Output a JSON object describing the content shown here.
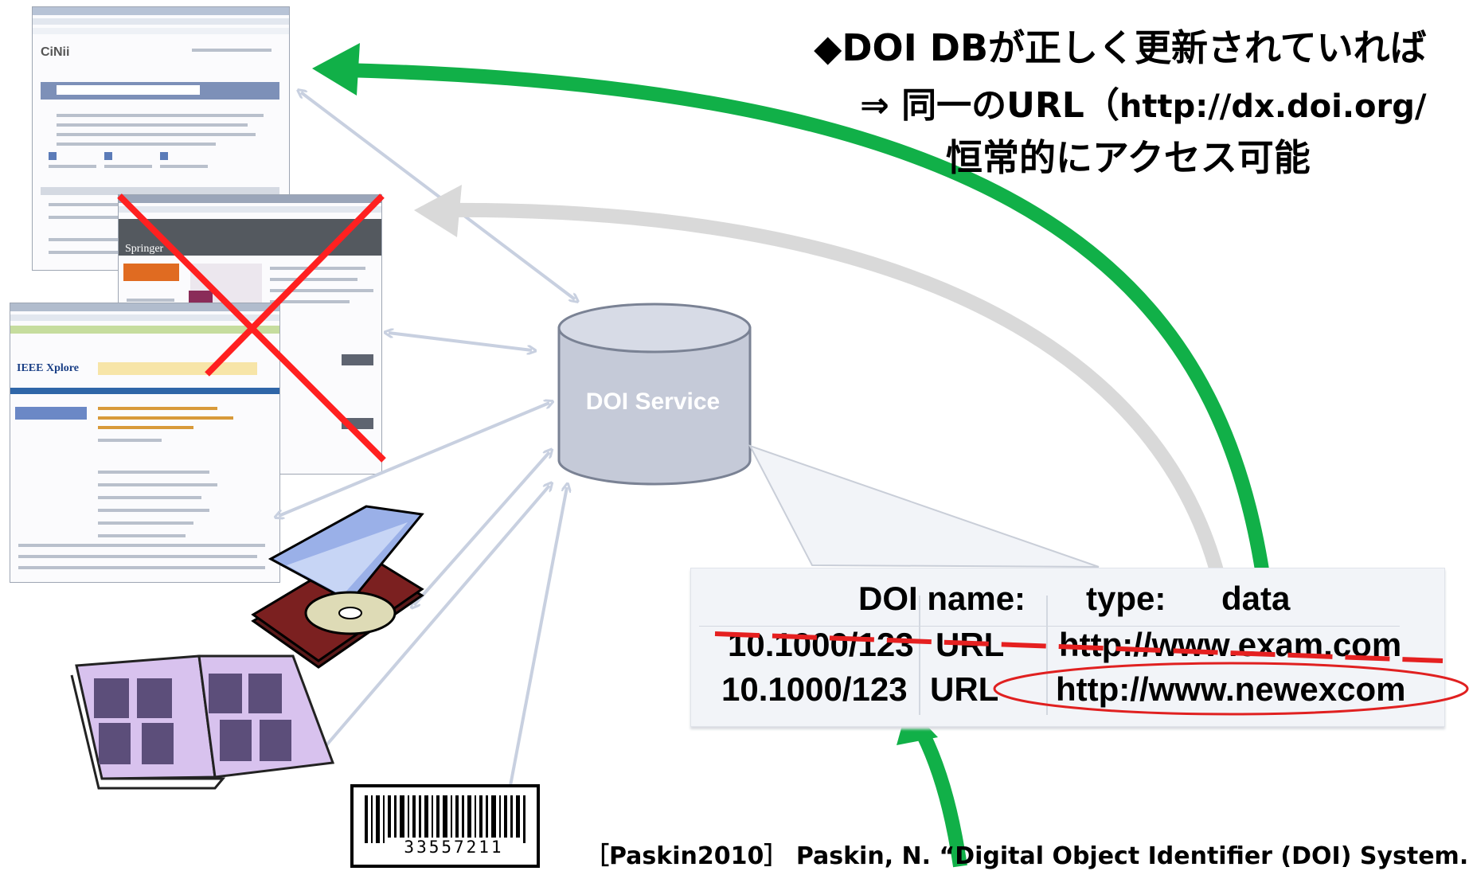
{
  "headline": "◆DOI DBが正しく更新されていれば",
  "subline": {
    "prefix": "⇒ 同一のURL（",
    "url": "http://dx.doi.org/"
  },
  "subline2": "恒常的にアクセス可能",
  "db": {
    "label": "DOI  Service"
  },
  "table": {
    "header": {
      "name": "DOI name:",
      "type": "type:",
      "data": "data"
    },
    "rows": [
      {
        "name": "10.1000/123",
        "type": "URL",
        "data": "http://www.exam.com",
        "status": "struck-out"
      },
      {
        "name": "10.1000/123",
        "type": "URL",
        "data": "http://www.newexcom",
        "status": "current"
      }
    ]
  },
  "citation": "［Paskin2010］ Paskin, N. “Digital Object Identifier (DOI) System.”",
  "barcode": {
    "digits": "33557211"
  },
  "screens": {
    "cinii_logo": "CiNii",
    "ieee_logo": "IEEE Xplore",
    "springer_logo": "Springer"
  },
  "colors": {
    "green_arrow": "#11b048",
    "grey_arrow": "#d9d9d9",
    "light_arrow": "#c8d0e0",
    "cross": "#ff2020",
    "db_body": "#c5cad8",
    "ellipse": "#e53030",
    "book": "#d8c2ee"
  }
}
